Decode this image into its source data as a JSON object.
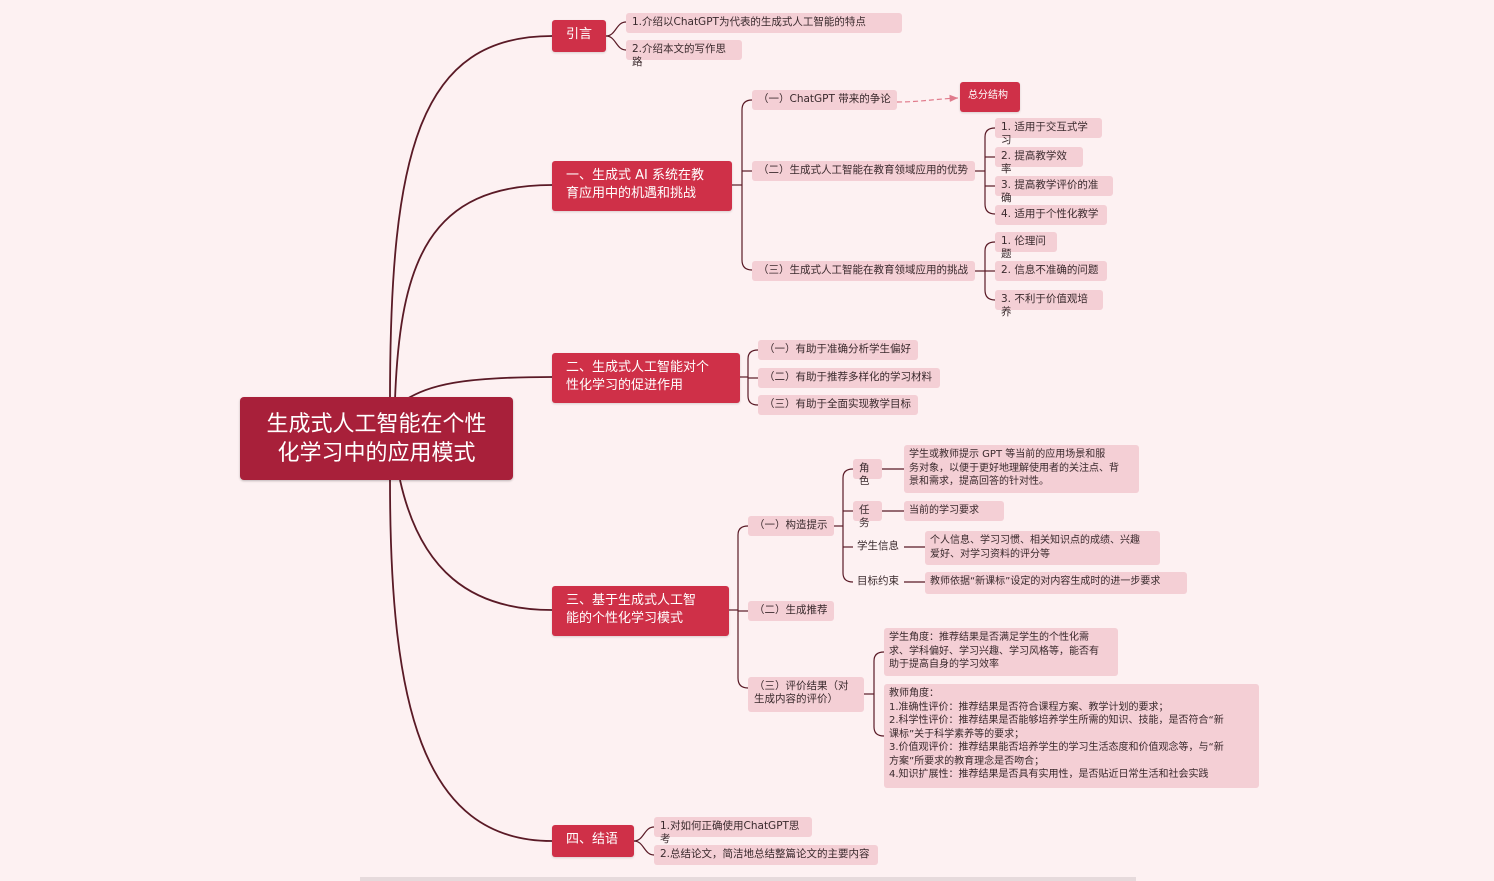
{
  "root": "生成式人工智能在个性\n化学习中的应用模式",
  "intro": {
    "label": "引言",
    "items": [
      "1.介绍以ChatGPT为代表的生成式人工智能的特点",
      "2.介绍本文的写作思路"
    ]
  },
  "s1": {
    "label": "一、生成式 AI 系统在教\n育应用中的机遇和挑战",
    "a": "（一）ChatGPT 带来的争论",
    "a_tag": "总分结构",
    "b": "（二）生成式人工智能在教育领域应用的优势",
    "b_items": [
      "1. 适用于交互式学习",
      "2. 提高教学效率",
      "3. 提高教学评价的准确",
      "4. 适用于个性化教学"
    ],
    "c": "（三）生成式人工智能在教育领域应用的挑战",
    "c_items": [
      "1. 伦理问题",
      "2. 信息不准确的问题",
      "3. 不利于价值观培养"
    ]
  },
  "s2": {
    "label": "二、生成式人工智能对个\n性化学习的促进作用",
    "items": [
      "（一）有助于准确分析学生偏好",
      "（二）有助于推荐多样化的学习材料",
      "（三）有助于全面实现教学目标"
    ]
  },
  "s3": {
    "label": "三、基于生成式人工智\n能的个性化学习模式",
    "a": "（一）构造提示",
    "a_items": [
      {
        "k": "角色",
        "v": "学生或教师提示 GPT 等当前的应用场景和服\n务对象，以便于更好地理解使用者的关注点、背\n景和需求，提高回答的针对性。"
      },
      {
        "k": "任务",
        "v": "当前的学习要求"
      },
      {
        "k": "学生信息",
        "v": "个人信息、学习习惯、相关知识点的成绩、兴趣\n爱好、对学习资料的评分等"
      },
      {
        "k": "目标约束",
        "v": "教师依据“新课标”设定的对内容生成时的进一步要求"
      }
    ],
    "b": "（二）生成推荐",
    "c": "（三）评价结果（对\n生成内容的评价）",
    "c_items": [
      "学生角度：推荐结果是否满足学生的个性化需\n求、学科偏好、学习兴趣、学习风格等，能否有\n助于提高自身的学习效率",
      "教师角度：\n1.准确性评价：推荐结果是否符合课程方案、教学计划的要求；\n2.科学性评价：推荐结果是否能够培养学生所需的知识、技能，是否符合“新\n课标”关于科学素养等的要求；\n3.价值观评价：推荐结果能否培养学生的学习生活态度和价值观念等，与“新\n方案”所要求的教育理念是否吻合；\n4.知识扩展性：推荐结果是否具有实用性，是否贴近日常生活和社会实践"
    ]
  },
  "s4": {
    "label": "四、结语",
    "items": [
      "1.对如何正确使用ChatGPT思考",
      "2.总结论文，简洁地总结整篇论文的主要内容"
    ]
  },
  "colors": {
    "root": "#a8203a",
    "main": "#cf3048",
    "sub": "#f4cfd5",
    "line": "#5a1a26",
    "dashed": "#e07b8c",
    "background": "#fdf1f2"
  }
}
